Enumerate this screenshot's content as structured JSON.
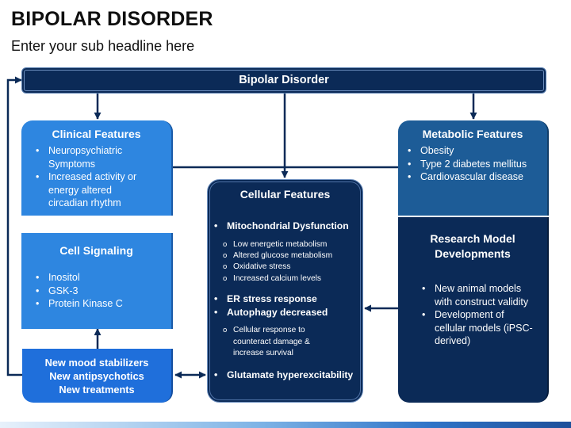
{
  "title": "BIPOLAR DISORDER",
  "subtitle": "Enter your sub headline here",
  "top_bar": {
    "label": "Bipolar Disorder"
  },
  "clinical": {
    "title": "Clinical Features",
    "items": [
      "Neuropsychiatric Symptoms",
      "Increased activity or energy altered circadian rhythm"
    ]
  },
  "cell_signaling": {
    "title": "Cell Signaling",
    "items": [
      "Inositol",
      "GSK-3",
      "Protein Kinase C"
    ]
  },
  "treatments": {
    "lines": [
      "New mood stabilizers",
      "New antipsychotics",
      "New treatments"
    ]
  },
  "cellular": {
    "title": "Cellular Features",
    "mito": "Mitochondrial Dysfunction",
    "mito_items": [
      "Low energetic metabolism",
      "Altered glucose metabolism",
      "Oxidative stress",
      "Increased calcium levels"
    ],
    "er": "ER stress response",
    "autophagy": "Autophagy decreased",
    "autophagy_items": [
      "Cellular response to counteract damage & increase survival"
    ],
    "glutamate": "Glutamate hyperexcitability"
  },
  "metabolic": {
    "title": "Metabolic Features",
    "items": [
      "Obesity",
      "Type 2 diabetes mellitus",
      "Cardiovascular disease"
    ]
  },
  "research": {
    "title": "Research Model Developments",
    "items": [
      "New animal models with construct validity",
      "Development of cellular models (iPSC- derived)"
    ]
  },
  "colors": {
    "navy": "#0b2a57",
    "mid_blue": "#1d5c97",
    "light_blue": "#2e86e0",
    "bright_blue": "#1f6fdb"
  }
}
